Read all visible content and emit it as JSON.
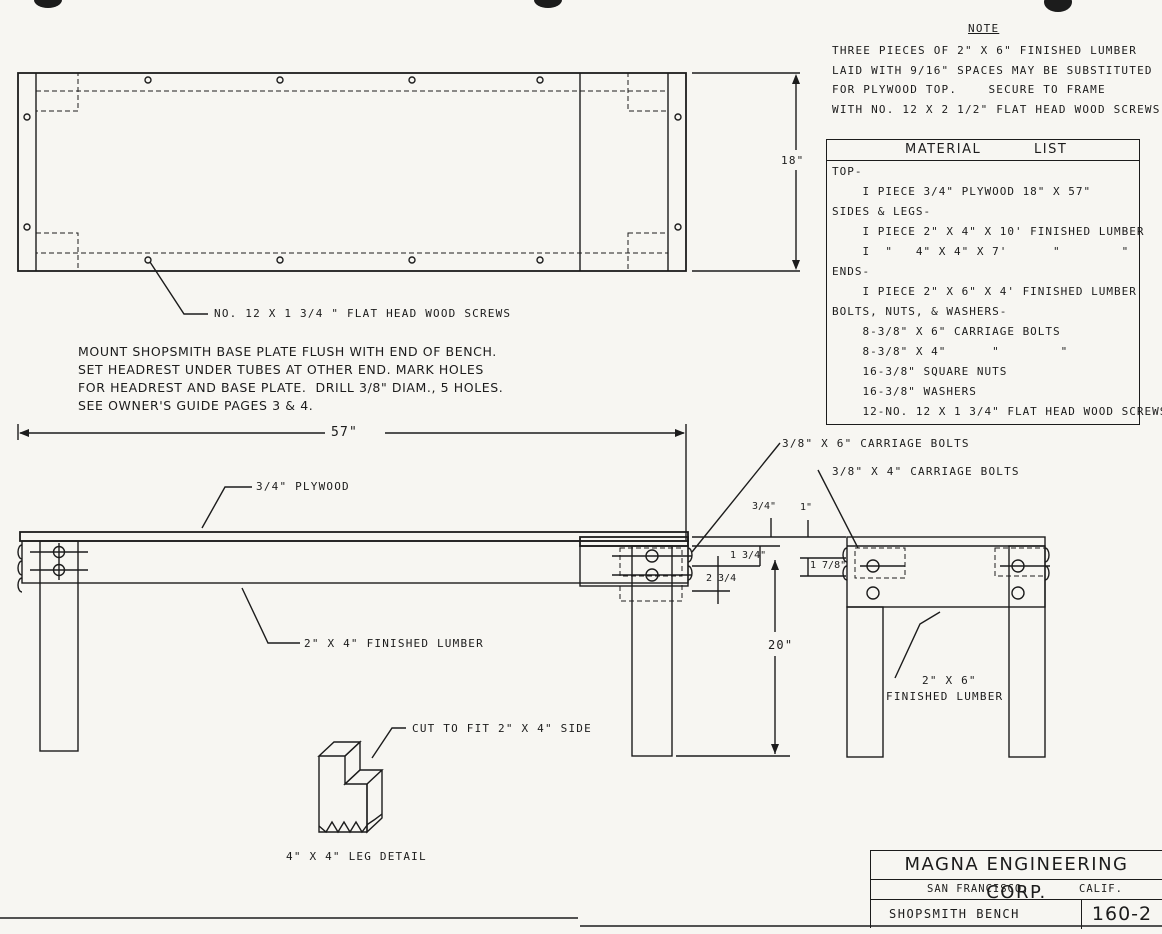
{
  "note": {
    "title": "NOTE",
    "lines": [
      "THREE PIECES OF 2\" X 6\" FINISHED LUMBER",
      "LAID WITH 9/16\" SPACES MAY BE SUBSTITUTED",
      "FOR PLYWOOD TOP.    SECURE TO FRAME",
      "WITH NO. 12 X 2 1/2\" FLAT HEAD WOOD SCREWS."
    ]
  },
  "material_list": {
    "header_left": "MATERIAL",
    "header_right": "LIST",
    "rows": [
      "TOP-",
      "    I PIECE 3/4\" PLYWOOD 18\" X 57\"",
      "SIDES & LEGS-",
      "    I PIECE 2\" X 4\" X 10' FINISHED LUMBER",
      "    I  \"   4\" X 4\" X 7'      \"        \"",
      "ENDS-",
      "    I PIECE 2\" X 6\" X 4' FINISHED LUMBER",
      "BOLTS, NUTS, & WASHERS-",
      "    8-3/8\" X 6\" CARRIAGE BOLTS",
      "    8-3/8\" X 4\"      \"        \"",
      "    16-3/8\" SQUARE NUTS",
      "    16-3/8\" WASHERS",
      "    12-NO. 12 X 1 3/4\" FLAT HEAD WOOD SCREWS"
    ]
  },
  "top_view": {
    "dim_width": "18\"",
    "screw_label": "NO. 12 X 1 3/4 \" FLAT HEAD WOOD SCREWS"
  },
  "mount_instructions": [
    "MOUNT SHOPSMITH BASE PLATE FLUSH WITH END OF BENCH.",
    "SET HEADREST UNDER TUBES AT OTHER END. MARK HOLES",
    "FOR HEADREST AND BASE PLATE.  DRILL 3/8\" DIAM., 5 HOLES.",
    "SEE OWNER'S GUIDE PAGES 3 & 4."
  ],
  "side_view": {
    "dim_length": "57\"",
    "plywood_label": "3/4\" PLYWOOD",
    "lumber_label": "2\" X 4\" FINISHED LUMBER"
  },
  "end_view": {
    "bolt6_label": "3/8\" X 6\" CARRIAGE BOLTS",
    "bolt4_label": "3/8\" X 4\"  CARRIAGE BOLTS",
    "dim_three_quarter": "3/4\"",
    "dim_one_three_quarter": "1 3/4\"",
    "dim_two_three_quarter": "2 3/4",
    "dim_one_inch": "1\"",
    "dim_one_seven_eighth": "1 7/8\"",
    "dim_height": "20\"",
    "end_lumber_label_1": "2\" X 6\"",
    "end_lumber_label_2": "FINISHED   LUMBER"
  },
  "leg_detail": {
    "cut_label": "CUT TO FIT 2\" X 4\"  SIDE",
    "caption": "4\" X 4\" LEG DETAIL"
  },
  "title_block": {
    "company": "MAGNA ENGINEERING CORP.",
    "city": "SAN FRANCISCO,",
    "state": "CALIF.",
    "drawing_name": "SHOPSMITH   BENCH",
    "drawing_number": "160-2"
  }
}
